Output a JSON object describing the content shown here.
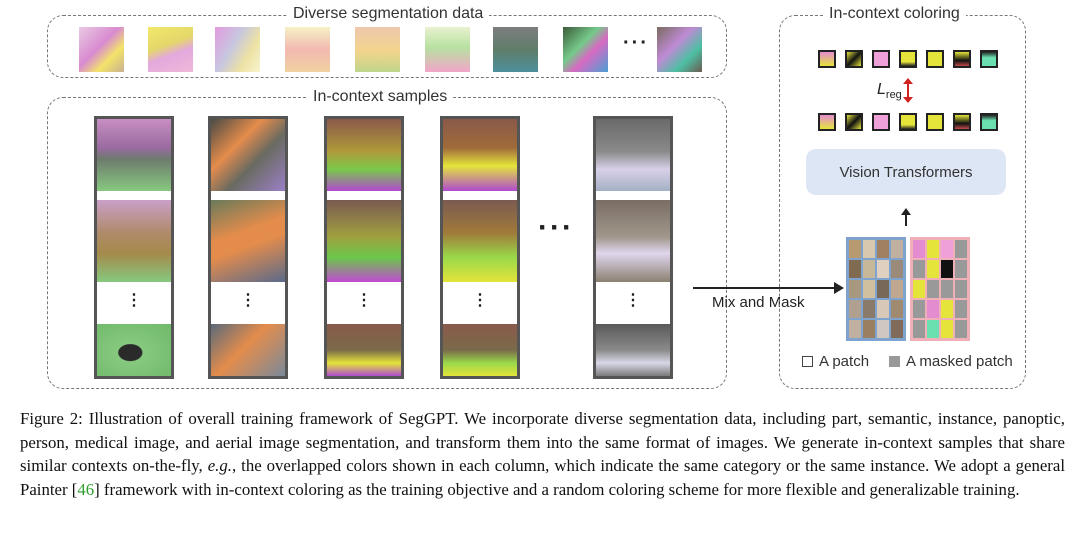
{
  "labels": {
    "diverse": "Diverse segmentation data",
    "samples": "In-context samples",
    "coloring": "In-context coloring",
    "vision_transformers": "Vision Transformers",
    "mix_and_mask": "Mix and Mask",
    "l_reg_base": "L",
    "l_reg_sub": "reg",
    "legend_patch": "A patch",
    "legend_masked": "A masked patch",
    "ellipsis_small": "···",
    "ellipsis_large": "···",
    "vdots": "⋮"
  },
  "caption": {
    "prefix": "Figure 2: Illustration of overall training framework of SegGPT. We incorporate diverse segmentation data, including part, semantic, instance, panoptic, person, medical image, and aerial image segmentation, and transform them into the same format of images. We generate in-context samples that share similar contexts on-the-fly, ",
    "eg": "e.g.",
    "middle": ", the overlapped colors shown in each column, which indicate the same category or the same instance. We adopt a general Painter [",
    "ref": "46",
    "suffix": "] framework with in-context coloring as the training objective and a random coloring scheme for more flexible and generalizable training."
  },
  "colors": {
    "vt_fill": "#dde6f4",
    "ref_green": "#2fa02f",
    "dash": "#777777"
  }
}
